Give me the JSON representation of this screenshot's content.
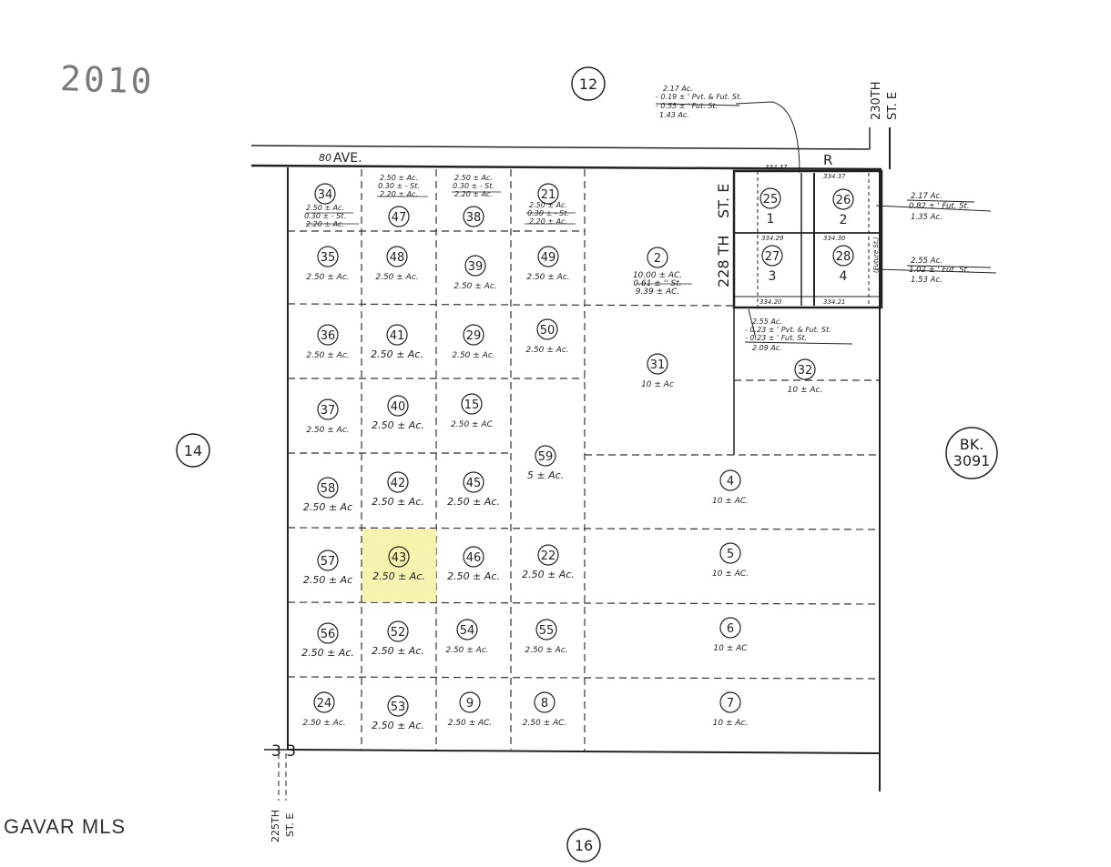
{
  "stamp_year": "2010",
  "watermark": "GAVAR MLS",
  "neighbors": {
    "north": "12",
    "west": "14",
    "south": "16"
  },
  "book_ref": {
    "line1": "BK.",
    "line2": "3091"
  },
  "streets": {
    "avenue_prefix": "80",
    "avenue_name": "AVE.",
    "avenue_suffix": "R",
    "st_230_line1": "230TH",
    "st_230_line2": "ST. E",
    "st_228_line1": "228 TH",
    "st_228_line2": "ST. E",
    "st_225_line1": "225TH",
    "st_225_line2": "ST. E",
    "section_corner": "3 3"
  },
  "parcels": [
    {
      "id": "34",
      "area": "2.50 ± Ac.",
      "area_sub1": "0.30 ± - St.",
      "area_sub2": "2.20 ± Ac."
    },
    {
      "id": "47",
      "area": "2.50 ± Ac.",
      "area_sub1": "0.30 ± - St.",
      "area_sub2": "2.20 ± Ac."
    },
    {
      "id": "38",
      "area": "2.50 ± Ac.",
      "area_sub1": "0.30 ± - St.",
      "area_sub2": "2.20 ± Ac."
    },
    {
      "id": "21",
      "area": "2.50 ± Ac.",
      "area_sub1": "0.30 ± - St.",
      "area_sub2": "2.20 ± Ac."
    },
    {
      "id": "35",
      "area": "2.50 ± Ac."
    },
    {
      "id": "48",
      "area": "2.50 ± Ac."
    },
    {
      "id": "39",
      "area": "2.50 ± Ac."
    },
    {
      "id": "49",
      "area": "2.50 ± Ac."
    },
    {
      "id": "36",
      "area": "2.50 ± Ac."
    },
    {
      "id": "41",
      "area": "2.50 ± Ac."
    },
    {
      "id": "29",
      "area": "2.50 ± Ac."
    },
    {
      "id": "50",
      "area": "2.50 ± Ac."
    },
    {
      "id": "37",
      "area": "2.50 ± Ac."
    },
    {
      "id": "40",
      "area": "2.50 ± Ac."
    },
    {
      "id": "15",
      "area": "2.50 ± AC"
    },
    {
      "id": "59",
      "area": "5 ± Ac."
    },
    {
      "id": "58",
      "area": "2.50 ± Ac"
    },
    {
      "id": "42",
      "area": "2.50 ± Ac."
    },
    {
      "id": "45",
      "area": "2.50 ± Ac."
    },
    {
      "id": "57",
      "area": "2.50 ± Ac"
    },
    {
      "id": "43",
      "area": "2.50 ± Ac.",
      "highlight": true
    },
    {
      "id": "46",
      "area": "2.50 ± Ac."
    },
    {
      "id": "22",
      "area": "2.50 ± Ac."
    },
    {
      "id": "56",
      "area": "2.50 ± Ac."
    },
    {
      "id": "52",
      "area": "2.50 ± Ac."
    },
    {
      "id": "54",
      "area": "2.50 ± Ac."
    },
    {
      "id": "55",
      "area": "2.50 ± Ac."
    },
    {
      "id": "24",
      "area": "2.50 ± Ac."
    },
    {
      "id": "53",
      "area": "2.50 ± Ac."
    },
    {
      "id": "9",
      "area": "2.50 ± AC."
    },
    {
      "id": "8",
      "area": "2.50 ± AC."
    },
    {
      "id": "2",
      "area": "10.00 ± AC.",
      "area_sub1": "0.61 ± '' St.",
      "area_sub2": "9.39 ± AC."
    },
    {
      "id": "31",
      "area": "10 ± Ac"
    },
    {
      "id": "32",
      "area": "10 ± Ac."
    },
    {
      "id": "4",
      "area": "10 ± AC."
    },
    {
      "id": "5",
      "area": "10 ± AC."
    },
    {
      "id": "6",
      "area": "10 ± AC"
    },
    {
      "id": "7",
      "area": "10 ± Ac."
    },
    {
      "id": "25",
      "lot": "1"
    },
    {
      "id": "26",
      "lot": "2"
    },
    {
      "id": "27",
      "lot": "3"
    },
    {
      "id": "28",
      "lot": "4"
    }
  ],
  "notes": {
    "top": [
      "2.17 Ac.",
      "- 0.19 ± ' Pvt. & Fut. St.",
      "- 0.55 ± ' Fut. St.",
      "1.43 Ac."
    ],
    "right_upper": [
      "2.17 Ac.",
      "0.82 ± ' Fut. St.",
      "1.35 Ac."
    ],
    "right_lower": [
      "2.55 Ac.",
      "1.02 ± ' Fut. St.",
      "1.53 Ac."
    ],
    "bottom": [
      "2.55 Ac.",
      "- 0.23 ± ' Pvt. & Fut. St.",
      "- 0.23 ± ' Fut. St.",
      "2.09 Ac."
    ]
  },
  "dimensions": {
    "top_left": "334.37",
    "top_right": "334.37",
    "mid_left": "334.29",
    "mid_right": "334.30",
    "bot_left": "334.20",
    "bot_right": "334.21",
    "future_st": "(Future St.)"
  }
}
